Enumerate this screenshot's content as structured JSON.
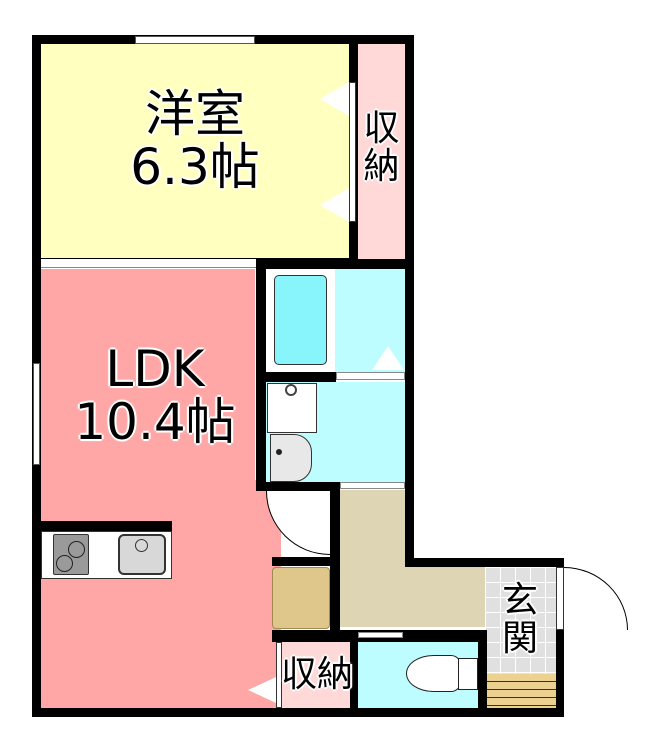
{
  "floorplan": {
    "rooms": {
      "western_room": {
        "name": "洋室",
        "size": "6.3帖",
        "color": "#ffffc0"
      },
      "closet_top": {
        "name_line1": "収",
        "name_line2": "納",
        "color": "#ffd8d8"
      },
      "ldk": {
        "name": "LDK",
        "size": "10.4帖",
        "color": "#ffa6a6"
      },
      "bathroom": {
        "color": "#bdfdff",
        "tub_color": "#88f4fb"
      },
      "washroom": {
        "color": "#bdfdff"
      },
      "hallway": {
        "color": "#ddd5b4"
      },
      "fridge_space": {
        "color": "#dfc68a"
      },
      "closet_bottom": {
        "name": "収納",
        "color": "#ffd8d8"
      },
      "toilet": {
        "color": "#bdfdff"
      },
      "entrance": {
        "name_line1": "玄",
        "name_line2": "関",
        "color": "#e0e0e0",
        "step_color": "#ecd190"
      }
    },
    "kitchen": {
      "stove_color": "#9a9a9a",
      "sink_color": "#d8d8d8"
    }
  }
}
